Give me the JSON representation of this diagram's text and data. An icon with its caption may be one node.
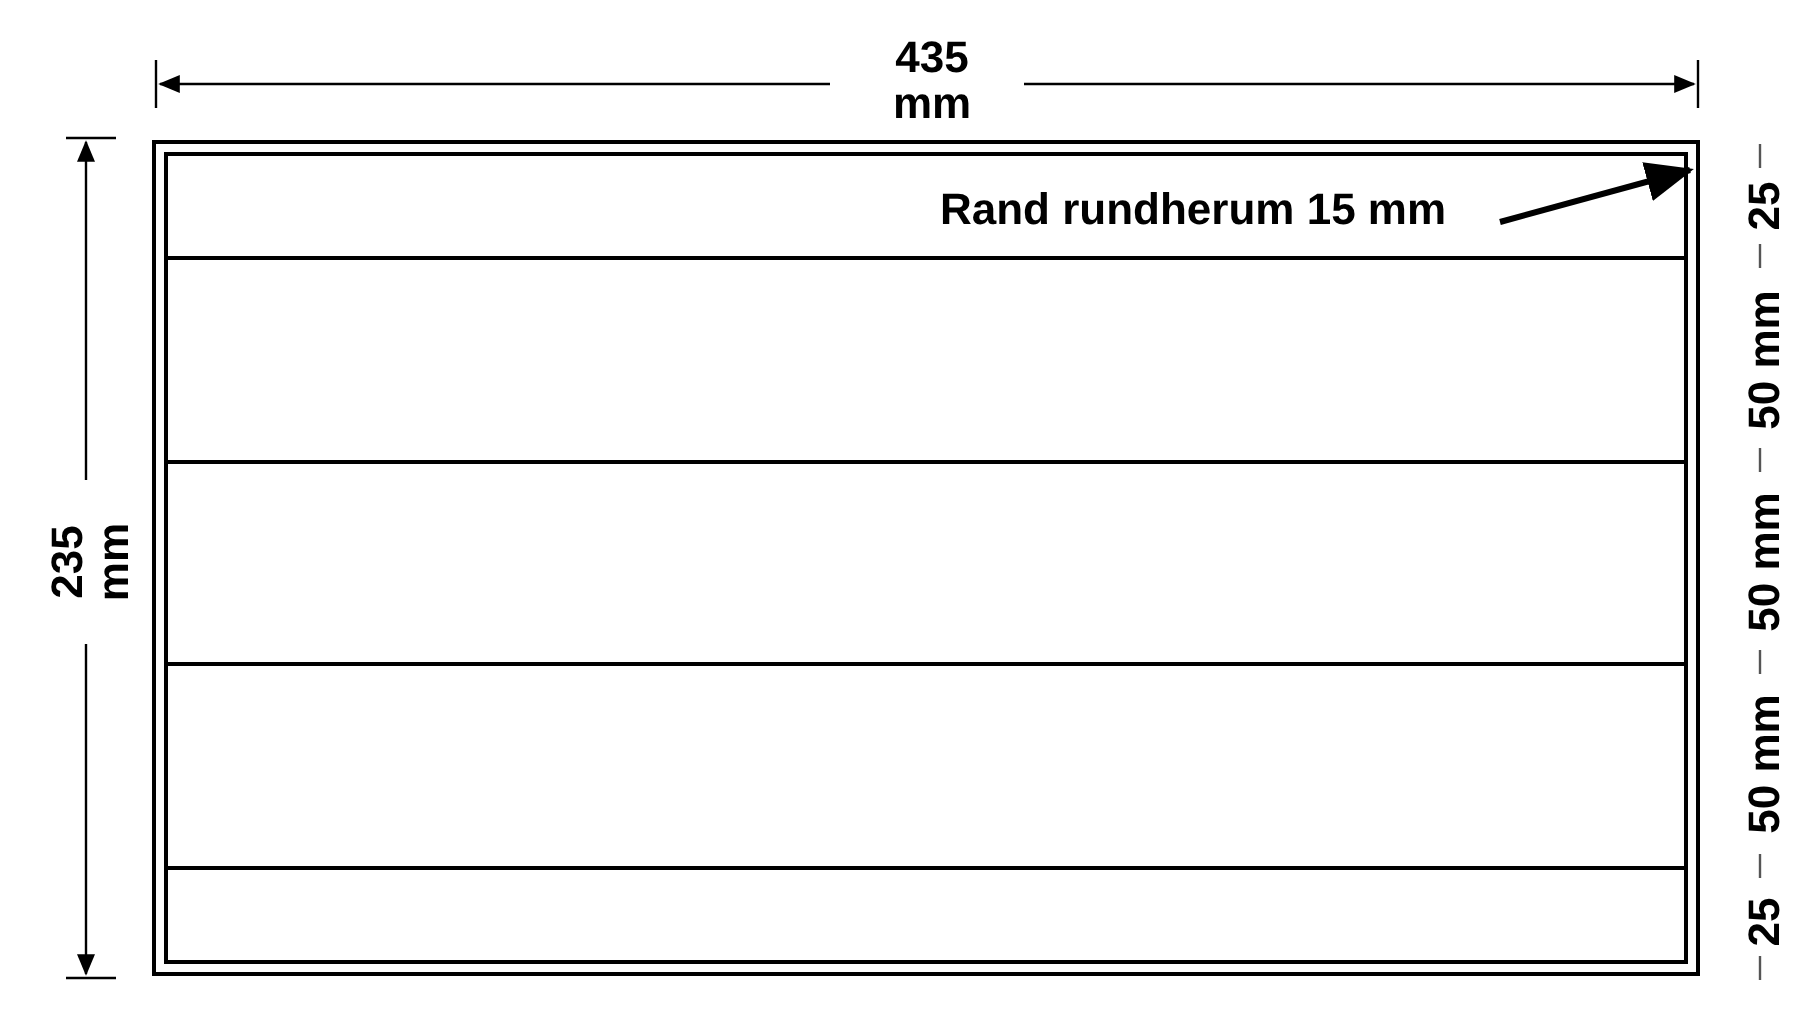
{
  "diagram": {
    "nodes": [
      {
        "text": [],
        "shape": "box"
      },
      {
        "text": [
          "Rand rundherum 15 mm"
        ],
        "in": 0
      }
    ],
    "edges": [
      {
        "from": 1,
        "to": 0,
        "arrow": "to"
      }
    ],
    "labels": [
      "435 mm",
      "235 mm",
      "25",
      "50 mm",
      "50 mm",
      "50 mm",
      "25"
    ]
  }
}
